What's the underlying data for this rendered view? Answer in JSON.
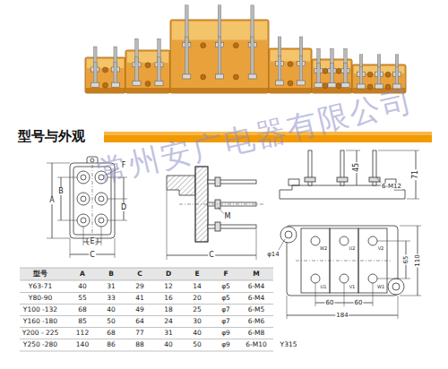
{
  "diagram": {
    "title": "型号与外观",
    "labels": [
      "常州安广电器有限公司",
      "F",
      "A",
      "B",
      "D",
      "E",
      "C",
      "M",
      "C",
      "45",
      "6-M12",
      "71",
      "φ14",
      "W2",
      "U2",
      "V2",
      "U1",
      "V1",
      "W1",
      "65",
      "110",
      "60",
      "60",
      "184",
      "型号",
      "A",
      "B",
      "C",
      "D",
      "E",
      "F",
      "M",
      "Y63-71",
      "40",
      "31",
      "29",
      "12",
      "14",
      "φ5",
      "6-M4",
      "Y80-90",
      "55",
      "33",
      "41",
      "16",
      "20",
      "φ5",
      "6-M4",
      "Y100 -132",
      "68",
      "40",
      "49",
      "18",
      "25",
      "φ7",
      "6-M5",
      "Y160 -180",
      "85",
      "50",
      "64",
      "24",
      "30",
      "φ7",
      "6-M6",
      "Y200 - 225",
      "112",
      "68",
      "77",
      "31",
      "40",
      "φ9",
      "6-M8",
      "Y250 -280",
      "140",
      "86",
      "88",
      "40",
      "50",
      "φ9",
      "6-M10",
      "Y315"
    ]
  }
}
